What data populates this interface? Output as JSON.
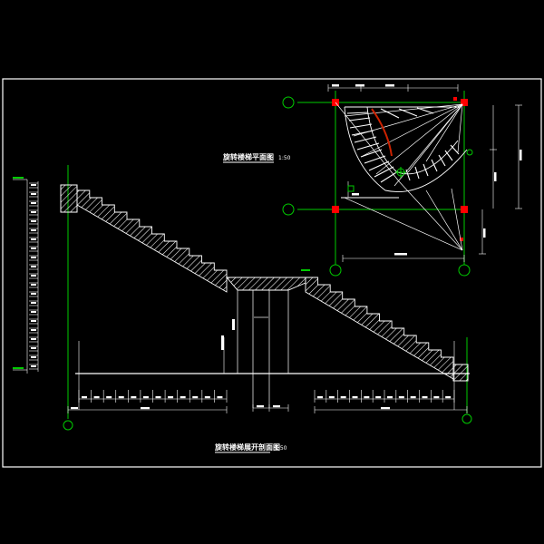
{
  "drawing": {
    "background": "#000000",
    "frame_color": "#ffffff",
    "axis_color": "#00cc00",
    "column_color": "#ff0000",
    "curve_color": "#cc2200",
    "line_color": "#ffffff"
  },
  "plan": {
    "title": "旋转楼梯平面图",
    "scale": "1:50"
  },
  "section": {
    "title": "旋转楼梯展开剖面图",
    "scale": "1:50"
  }
}
